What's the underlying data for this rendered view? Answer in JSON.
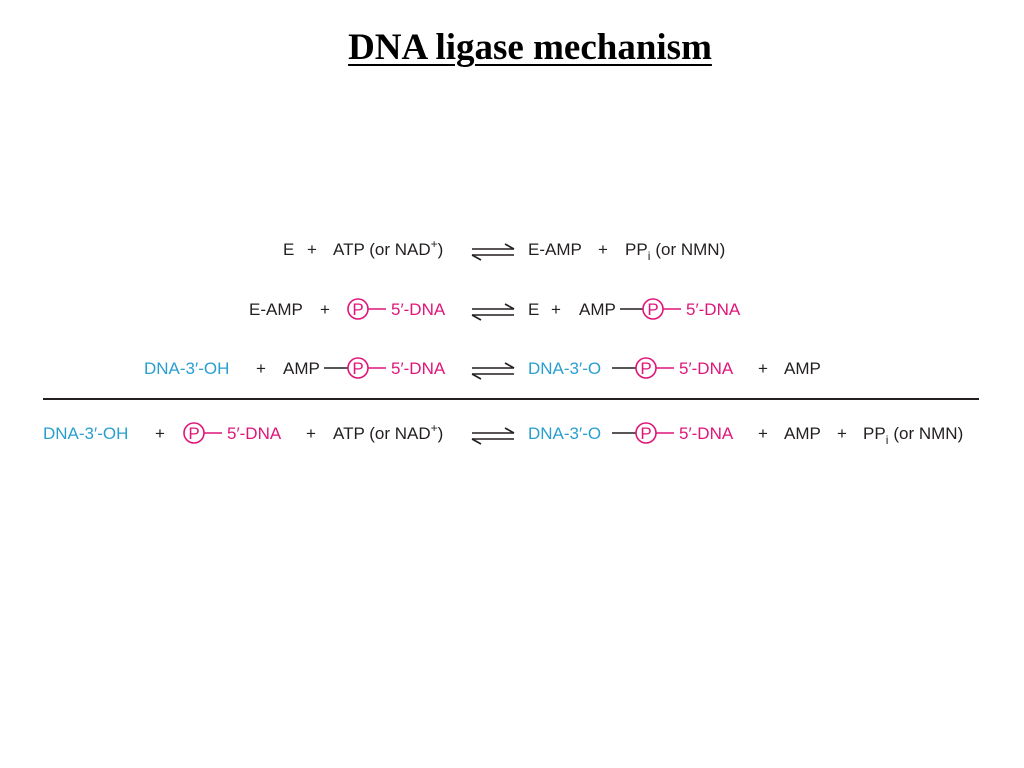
{
  "title": "DNA ligase mechanism",
  "colors": {
    "text": "#231f20",
    "dna_3prime": "#2a9fcf",
    "phosphate": "#e0157a"
  },
  "symbols": {
    "plus": "+",
    "bond": "—",
    "phosphate": "P"
  },
  "eq1": {
    "enzyme": "E",
    "atp_prefix": "ATP (or NAD",
    "atp_sup": "+",
    "atp_close": ")",
    "e_amp": "E-AMP",
    "pp": "PP",
    "pp_sub": "i",
    "pp_suffix": "(or NMN)"
  },
  "eq2": {
    "e_amp": "E-AMP",
    "dna5": "5′-DNA",
    "enzyme": "E",
    "amp": "AMP",
    "dna5_right": "5′-DNA"
  },
  "eq3": {
    "dna3_oh": "DNA-3′-OH",
    "amp": "AMP",
    "dna5": "5′-DNA",
    "dna3_o": "DNA-3′-O",
    "dna5_right": "5′-DNA",
    "amp_right": "AMP"
  },
  "net": {
    "dna3_oh": "DNA-3′-OH",
    "dna5": "5′-DNA",
    "atp_prefix": "ATP (or NAD",
    "atp_sup": "+",
    "atp_close": ")",
    "dna3_o": "DNA-3′-O",
    "dna5_right": "5′-DNA",
    "amp": "AMP",
    "pp": "PP",
    "pp_sub": "i",
    "pp_suffix": "(or NMN)"
  }
}
